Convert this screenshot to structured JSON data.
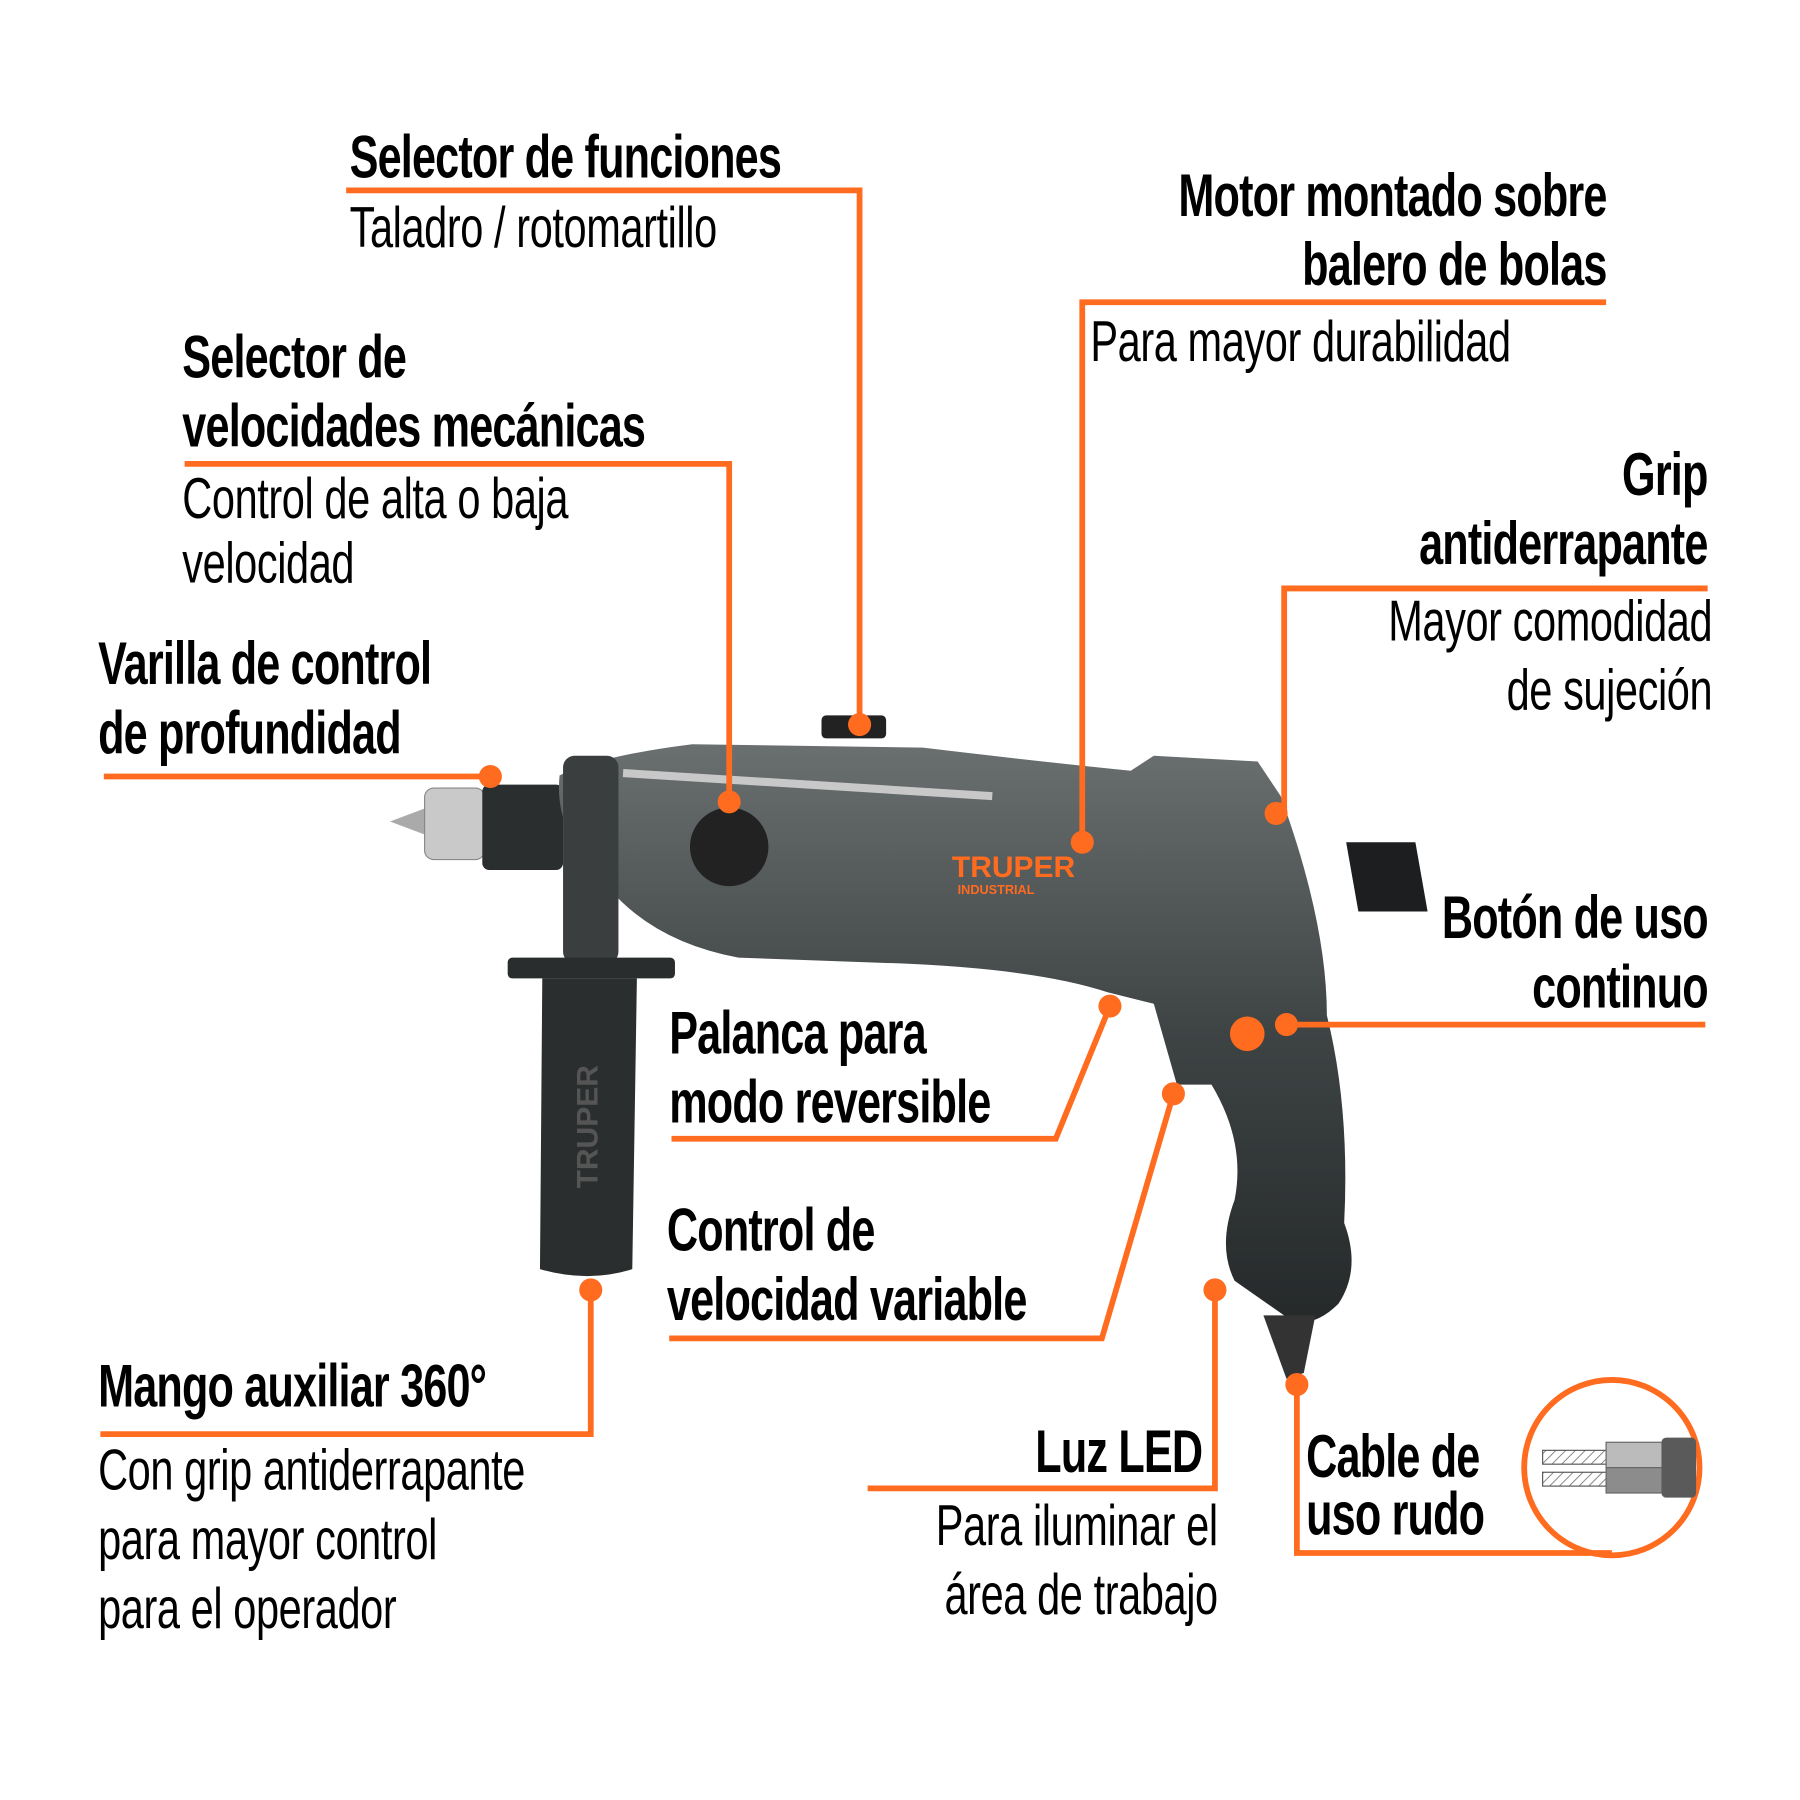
{
  "accent_color": "#FF6B1F",
  "brand": {
    "logo_text": "TRUPER",
    "logo_subtext": "INDUSTRIAL",
    "handle_text": "TRUPER"
  },
  "callouts": {
    "selector_funciones": {
      "title": "Selector de funciones",
      "desc": [
        "Taladro / rotomartillo"
      ]
    },
    "motor": {
      "title": [
        "Motor montado sobre",
        "balero de bolas"
      ],
      "desc": [
        "Para mayor durabilidad"
      ]
    },
    "selector_velocidades": {
      "title": [
        "Selector de",
        "velocidades mecánicas"
      ],
      "desc": [
        "Control de alta o baja",
        "velocidad"
      ]
    },
    "grip": {
      "title": [
        "Grip",
        "antiderrapante"
      ],
      "desc": [
        "Mayor comodidad",
        "de sujeción"
      ]
    },
    "varilla": {
      "title": [
        "Varilla de control",
        "de profundidad"
      ]
    },
    "boton": {
      "title": [
        "Botón de uso",
        "continuo"
      ]
    },
    "palanca": {
      "title": [
        "Palanca para",
        "modo reversible"
      ]
    },
    "control_velocidad": {
      "title": [
        "Control de",
        "velocidad variable"
      ]
    },
    "mango": {
      "title": "Mango auxiliar 360°",
      "desc": [
        "Con grip antiderrapante",
        "para mayor control",
        "para el operador"
      ]
    },
    "luz": {
      "title": "Luz LED",
      "desc": [
        "Para iluminar el",
        "área de trabajo"
      ]
    },
    "cable": {
      "title": [
        "Cable de",
        "uso rudo"
      ]
    }
  }
}
